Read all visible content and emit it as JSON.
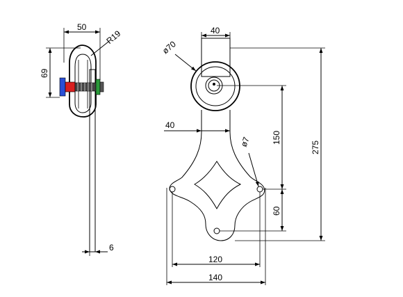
{
  "dimensions": {
    "side_width": "50",
    "side_radius": "R19",
    "side_height": "69",
    "side_thickness": "6",
    "top_width": "40",
    "wheel_diameter": "ø70",
    "neck_width": "40",
    "hole_diameter": "ø7",
    "height_150": "150",
    "height_275": "275",
    "height_60": "60",
    "width_120": "120",
    "width_140": "140"
  },
  "colors": {
    "line": "#000000",
    "bolt_blue": "#2a4fd6",
    "bolt_red": "#d82020",
    "bolt_green": "#2a9a3a"
  }
}
